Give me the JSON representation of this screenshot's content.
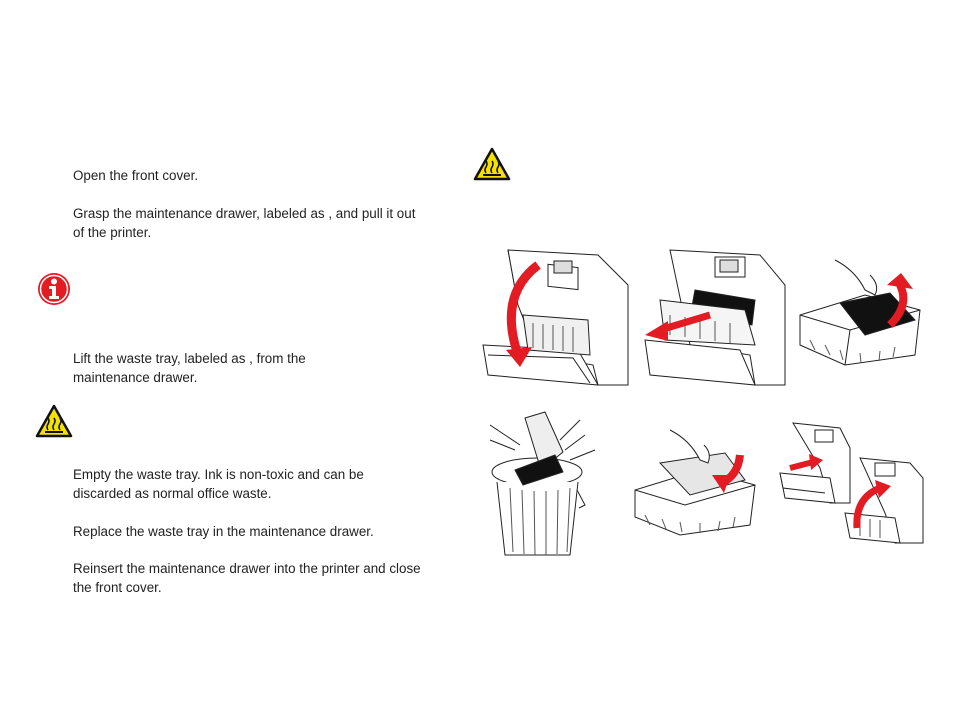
{
  "steps": {
    "open_cover": "Open the front cover.",
    "grasp_drawer": "Grasp the maintenance drawer, labeled as    , and pull it out of the printer.",
    "lift_tray": "Lift the waste tray, labeled as    , from the maintenance drawer.",
    "empty_tray": "Empty the waste tray.  Ink is non-toxic and can be discarded as normal office waste.",
    "replace_tray": "Replace the waste tray in the maintenance drawer.",
    "reinsert_drawer": "Reinsert the maintenance drawer into the printer and close the front cover."
  },
  "icons": {
    "info": "info-icon",
    "hot_surface": "hot-surface-warning-icon"
  },
  "colors": {
    "accent_red": "#e31b23",
    "warning_yellow": "#f5e100"
  }
}
